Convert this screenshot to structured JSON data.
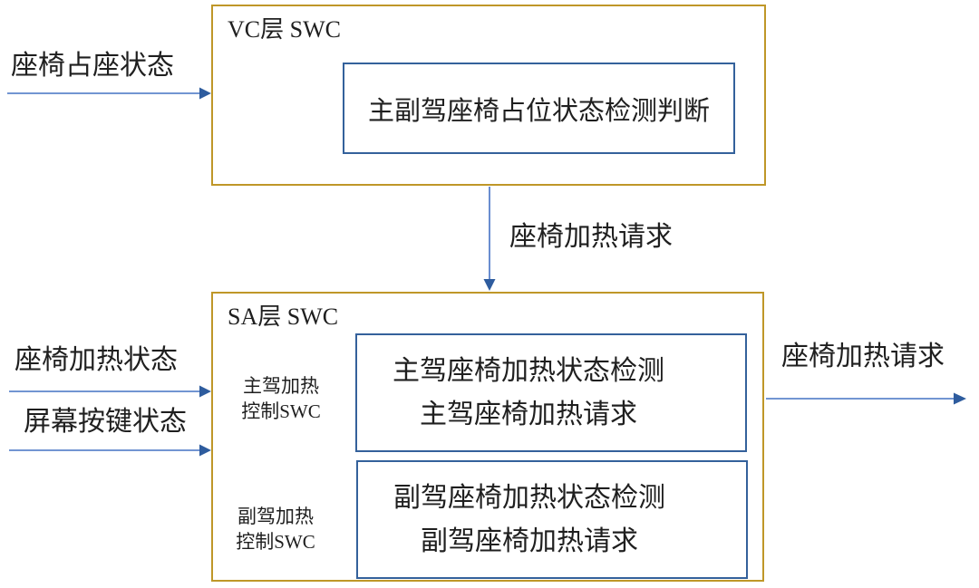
{
  "colors": {
    "outer_border": "#BF9728",
    "inner_border": "#34619B",
    "arrow": "#4472C4",
    "arrow_head": "#2E5C9E",
    "text": "#1F1F1F",
    "bg": "#FFFFFF"
  },
  "vc_layer": {
    "title": "VC层 SWC",
    "detector_box": "主副驾座椅占位状态检测判断"
  },
  "sa_layer": {
    "title": "SA层 SWC",
    "driver": {
      "side_label_line1": "主驾加热",
      "side_label_line2": "控制SWC",
      "box_line1": "主驾座椅加热状态检测",
      "box_line2": "主驾座椅加热请求"
    },
    "passenger": {
      "side_label_line1": "副驾加热",
      "side_label_line2": "控制SWC",
      "box_line1": "副驾座椅加热状态检测",
      "box_line2": "副驾座椅加热请求"
    }
  },
  "flows": {
    "seat_occupancy_in": "座椅占座状态",
    "vc_to_sa_request": "座椅加热请求",
    "seat_heating_status_in": "座椅加热状态",
    "screen_button_status_in": "屏幕按键状态",
    "seat_heating_request_out": "座椅加热请求"
  }
}
